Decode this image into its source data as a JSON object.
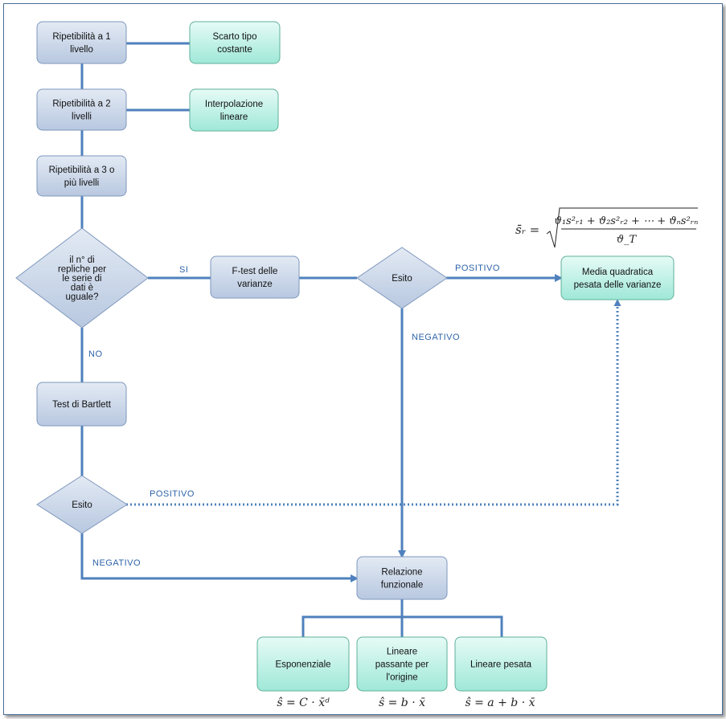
{
  "nodes": {
    "rip1": [
      "Ripetibilità  a 1",
      "livello"
    ],
    "scarto": [
      "Scarto tipo",
      "costante"
    ],
    "rip2": [
      "Ripetibilità  a 2",
      "livelli"
    ],
    "interp": [
      "Interpolazione",
      "lineare"
    ],
    "rip3": [
      "Ripetibilità  a 3 o",
      "più livelli"
    ],
    "decision_repliche": [
      "il n° di",
      "repliche per",
      "le serie di",
      "dati è",
      "uguale?"
    ],
    "ftest": [
      "F-test delle",
      "varianze"
    ],
    "esito1": [
      "Esito"
    ],
    "media": [
      "Media quadratica",
      "pesata delle varianze"
    ],
    "bartlett": [
      "Test di Bartlett"
    ],
    "esito2": [
      "Esito"
    ],
    "relazione": [
      "Relazione",
      "funzionale"
    ],
    "esponenziale": [
      "Esponenziale"
    ],
    "lin_origine": [
      "Lineare",
      "passante per",
      "l'origine"
    ],
    "lin_pesata": [
      "Lineare pesata"
    ]
  },
  "edge_labels": {
    "si": "SI",
    "no": "NO",
    "positivo1": "POSITIVO",
    "negativo1": "NEGATIVO",
    "positivo2": "POSITIVO",
    "negativo2": "NEGATIVO"
  },
  "formulas": {
    "sr_lhs": "s̄ᵣ =",
    "sr_numerator": "ϑ₁s²ᵣ₁ + ϑ₂s²ᵣ₂ + ⋯ + ϑₙs²ᵣₙ",
    "sr_denominator": "ϑ_T",
    "esponenziale": "ŝ = C · x̄ᵈ",
    "lin_origine": "ŝ = b · x̄",
    "lin_pesata": "ŝ = a + b · x̄"
  },
  "colors": {
    "blue_fill_top": "#e3eaf4",
    "blue_fill_bottom": "#b8c8e0",
    "green_fill_top": "#e6fbf6",
    "green_fill_bottom": "#9fe8d8",
    "connector": "#4f81bd",
    "label": "#2e63a8"
  }
}
